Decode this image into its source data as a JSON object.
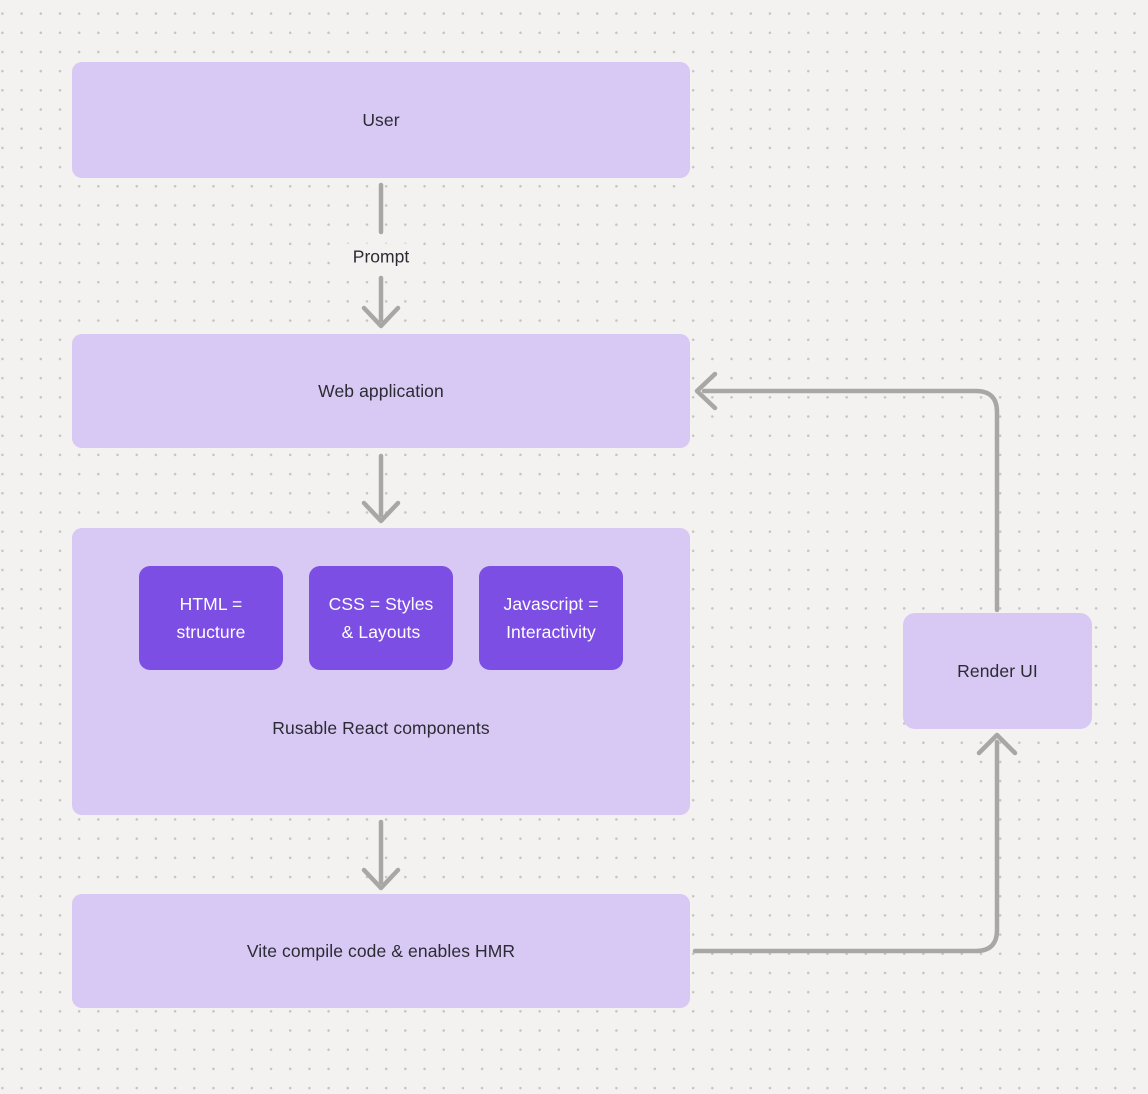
{
  "theme": {
    "canvas-bg": "#f3f2f0",
    "dot-color": "#c6c3c2",
    "node-light-bg": "#d7c9f3",
    "node-dark-bg": "#7c4ee4",
    "connector-color": "#a9a7a5",
    "text-dark": "#2c2a33",
    "text-light": "#ffffff"
  },
  "nodes": {
    "user": {
      "label": "User"
    },
    "web_application": {
      "label": "Web application"
    },
    "components": {
      "caption": "Rusable React components",
      "children": [
        {
          "label": "HTML = structure"
        },
        {
          "label": "CSS = Styles & Layouts"
        },
        {
          "label": "Javascript = Interactivity"
        }
      ]
    },
    "vite": {
      "label": "Vite compile code & enables HMR"
    },
    "render_ui": {
      "label": "Render UI"
    }
  },
  "edges": {
    "prompt": {
      "label": "Prompt"
    }
  }
}
